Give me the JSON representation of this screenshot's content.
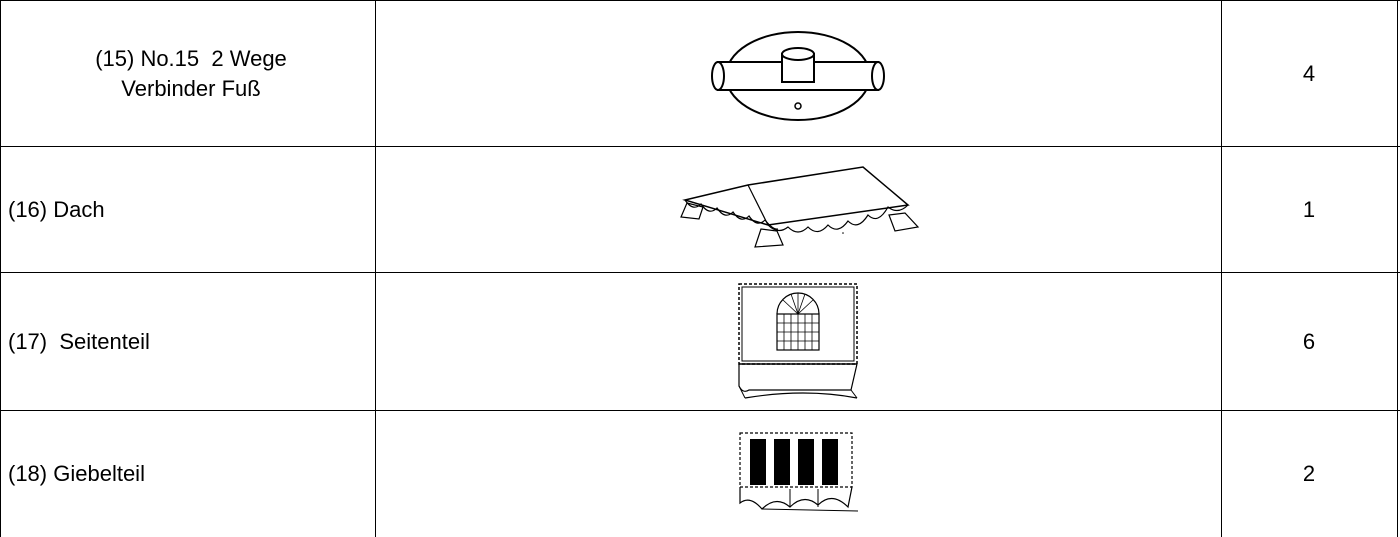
{
  "parts": [
    {
      "name_line1": "(15) No.15  2 Wege",
      "name_line2": "Verbinder Fuß",
      "illustration": "two-way-connector-foot-drawing",
      "quantity": "4"
    },
    {
      "name": "(16) Dach",
      "illustration": "roof-drawing",
      "quantity": "1"
    },
    {
      "name": "(17)  Seitenteil",
      "illustration": "side-panel-drawing",
      "quantity": "6"
    },
    {
      "name": "(18) Giebelteil",
      "illustration": "gable-panel-drawing",
      "quantity": "2"
    }
  ]
}
